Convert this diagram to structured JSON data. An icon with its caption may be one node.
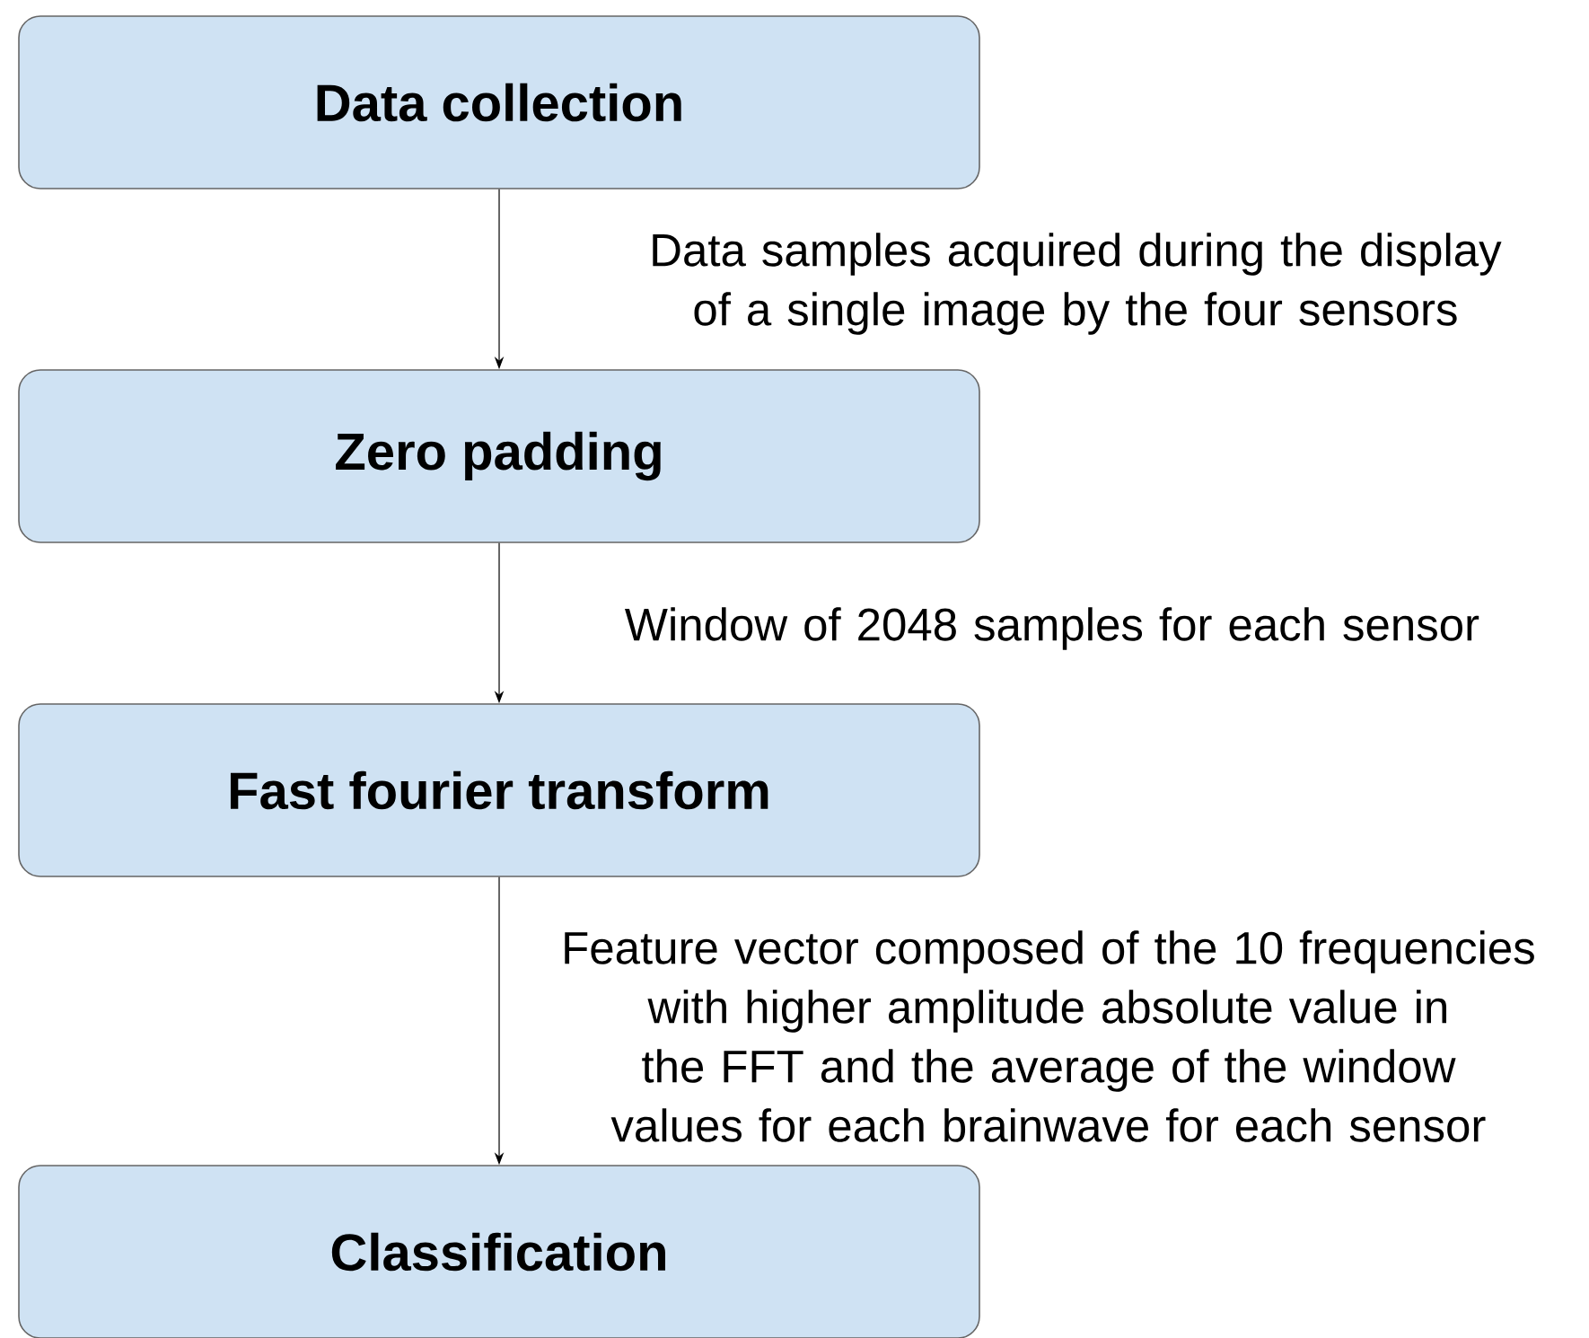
{
  "diagram": {
    "nodes": [
      {
        "text": [
          "Data collection"
        ]
      },
      {
        "text": [
          "Zero padding"
        ]
      },
      {
        "text": [
          "Fast fourier transform"
        ]
      },
      {
        "text": [
          "Classification"
        ]
      }
    ],
    "edges": [
      {
        "from": 0,
        "to": 1,
        "arrow": "to",
        "label": "Data samples acquired during the display of a single image by the four sensors"
      },
      {
        "from": 1,
        "to": 2,
        "arrow": "to",
        "label": "Window of 2048 samples for each sensor"
      },
      {
        "from": 2,
        "to": 3,
        "arrow": "to",
        "label": "Feature vector composed of the 10 frequencies with higher amplitude absolute value in the FFT and the average of the window values for each brainwave for each sensor"
      }
    ]
  }
}
